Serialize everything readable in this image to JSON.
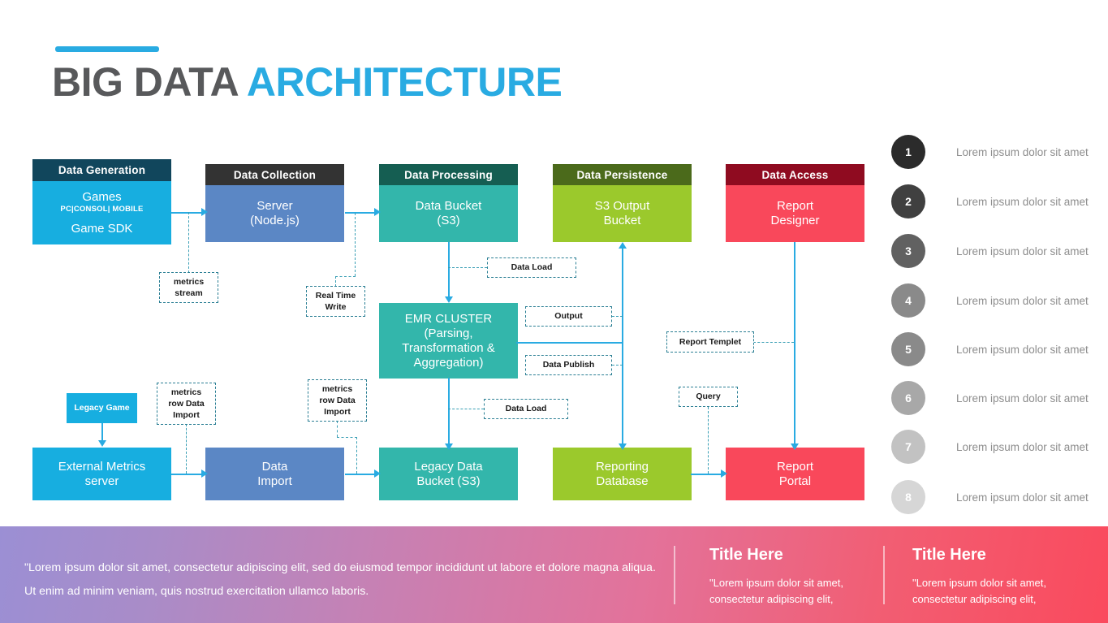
{
  "header": {
    "title_part1": "BIG DATA ",
    "title_part2": "ARCHITECTURE",
    "accent_color": "#29abe2"
  },
  "columns": [
    {
      "id": "data-generation",
      "header": "Data Generation",
      "header_color": "#11465c",
      "body_color": "#17aee0",
      "body_line1": "Games",
      "body_sub": "PC|CONSOL| MOBILE",
      "body_line2": "Game SDK"
    },
    {
      "id": "data-collection",
      "header": "Data Collection",
      "header_color": "#333333",
      "body_color": "#5b87c5",
      "body_line1": "Server",
      "body_line2": "(Node.js)"
    },
    {
      "id": "data-processing",
      "header": "Data Processing",
      "header_color": "#155e52",
      "body_color": "#33b6ab",
      "body_line1": "Data Bucket",
      "body_line2": "(S3)"
    },
    {
      "id": "data-persistence",
      "header": "Data Persistence",
      "header_color": "#4b6a1b",
      "body_color": "#9bc92c",
      "body_line1": "S3 Output",
      "body_line2": "Bucket"
    },
    {
      "id": "data-access",
      "header": "Data Access",
      "header_color": "#8f0b20",
      "body_color": "#f9485b",
      "body_line1": "Report",
      "body_line2": "Designer"
    }
  ],
  "nodes": {
    "emr_cluster": {
      "line1": "EMR CLUSTER",
      "line2": "(Parsing,",
      "line3": "Transformation &",
      "line4": "Aggregation)",
      "color": "#33b6ab"
    },
    "legacy_game": {
      "label": "Legacy Game",
      "color": "#17aee0"
    },
    "external_metrics_server": {
      "line1": "External Metrics",
      "line2": "server",
      "color": "#17aee0"
    },
    "data_import": {
      "line1": "Data",
      "line2": "Import",
      "color": "#5b87c5"
    },
    "legacy_data_bucket": {
      "line1": "Legacy Data",
      "line2": "Bucket (S3)",
      "color": "#33b6ab"
    },
    "reporting_database": {
      "line1": "Reporting",
      "line2": "Database",
      "color": "#9bc92c"
    },
    "report_portal": {
      "line1": "Report",
      "line2": "Portal",
      "color": "#f9485b"
    }
  },
  "tags": {
    "metrics_stream": "metrics\nstream",
    "real_time_write": "Real Time\nWrite",
    "data_load_top": "Data Load",
    "output": "Output",
    "data_publish": "Data Publish",
    "data_load_bottom": "Data Load",
    "report_templet": "Report Templet",
    "query": "Query",
    "metrics_row_data_import_1": "metrics\nrow Data\nImport",
    "metrics_row_data_import_2": "metrics\nrow Data\nImport"
  },
  "list": {
    "items": [
      {
        "num": "1",
        "text": "Lorem ipsum dolor sit amet",
        "color": "#2b2b2b"
      },
      {
        "num": "2",
        "text": "Lorem ipsum dolor sit amet",
        "color": "#404040"
      },
      {
        "num": "3",
        "text": "Lorem ipsum dolor sit amet",
        "color": "#616161"
      },
      {
        "num": "4",
        "text": "Lorem ipsum dolor sit amet",
        "color": "#8a8a8a"
      },
      {
        "num": "5",
        "text": "Lorem ipsum dolor sit amet",
        "color": "#8a8a8a"
      },
      {
        "num": "6",
        "text": "Lorem ipsum dolor sit amet",
        "color": "#a8a8a8"
      },
      {
        "num": "7",
        "text": "Lorem ipsum dolor sit amet",
        "color": "#c2c2c2"
      },
      {
        "num": "8",
        "text": "Lorem ipsum dolor sit amet",
        "color": "#d6d6d6"
      }
    ]
  },
  "banner": {
    "paragraph_line1": "\"Lorem ipsum dolor sit amet, consectetur adipiscing elit, sed do eiusmod tempor incididunt ut labore et dolore magna aliqua.",
    "paragraph_line2": "Ut enim ad minim veniam, quis nostrud exercitation ullamco laboris.",
    "col1_title": "Title Here",
    "col1_text": "\"Lorem ipsum dolor sit amet, consectetur adipiscing elit,",
    "col2_title": "Title Here",
    "col2_text": "\"Lorem ipsum dolor sit amet, consectetur adipiscing elit,"
  }
}
